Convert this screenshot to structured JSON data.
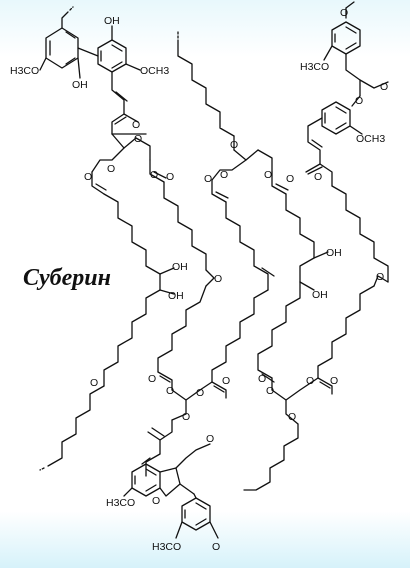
{
  "title": "Суберин",
  "atoms": {
    "oh_a1": "OH",
    "oh_a2": "OH",
    "och3_a1": "OCH3",
    "h3co_a1": "H3CO",
    "o_link1": "O",
    "o_link2": "O",
    "o_est1": "O",
    "o_est1b": "O",
    "o_est1c": "O",
    "o_est2": "O",
    "o_est2b": "O",
    "o_est2c": "O",
    "oh_mid1": "OH",
    "oh_mid2": "OH",
    "o_epox1": "O",
    "o_top2a": "O",
    "o_mid2a": "O",
    "o_mid2b": "O",
    "o_mid2c": "O",
    "o_mid2d": "O",
    "oh_mid3": "OH",
    "oh_mid4": "OH",
    "o_right_ome": "O",
    "o_right_ome2": "O",
    "h3co_r": "H3CO",
    "o_r_link": "O",
    "och3_r": "OCH3",
    "o_r_est": "O",
    "o_epox2": "O",
    "o_bot1": "O",
    "o_bot1b": "O",
    "o_bot1c": "O",
    "o_bot2": "O",
    "o_bot2b": "O",
    "o_bot3": "O",
    "o_bot3b": "O",
    "o_bot3c": "O",
    "o_bot4": "O",
    "o_bot4b": "O",
    "o_lower_chain": "O",
    "o_lower_r": "O",
    "o_bl_est": "O",
    "h3co_bl": "H3CO",
    "o_bl_ring": "O",
    "o_bl_ome": "O",
    "h3co_bb": "H3CO",
    "o_bb": "O"
  }
}
